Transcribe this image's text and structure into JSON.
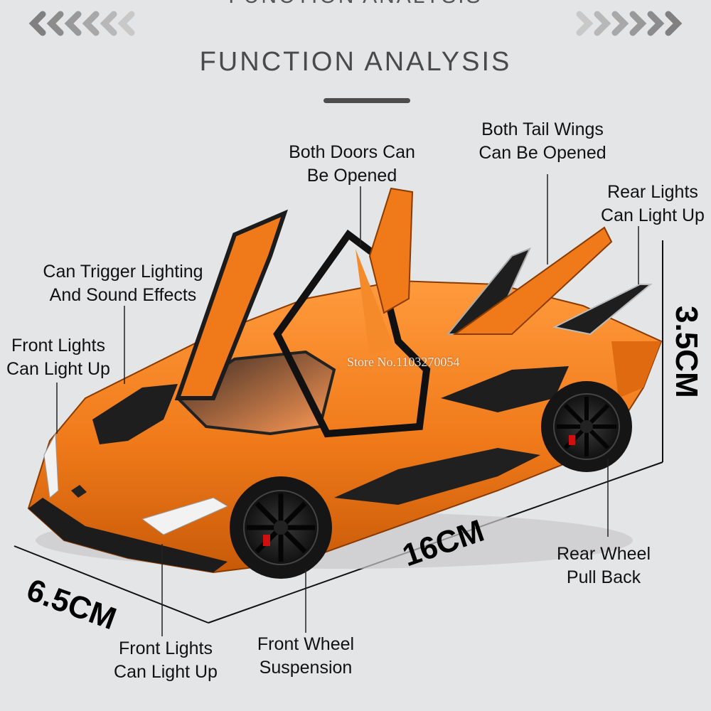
{
  "header": {
    "cut_heading": "FUNCTION ANALYSIS",
    "title": "FUNCTION ANALYSIS"
  },
  "colors": {
    "background": "#e4e5e7",
    "car_body": "#f07a1a",
    "car_dark": "#1c1c1c",
    "chevrons": "#9a9a9a"
  },
  "features": {
    "doors": [
      "Both Doors Can",
      "Be Opened"
    ],
    "tail_wings": [
      "Both Tail Wings",
      "Can Be Opened"
    ],
    "rear_lights": [
      "Rear Lights",
      "Can Light Up"
    ],
    "trigger": [
      "Can Trigger Lighting",
      "And Sound Effects"
    ],
    "front_lights_top": [
      "Front Lights",
      "Can Light Up"
    ],
    "rear_wheel": [
      "Rear Wheel",
      "Pull Back"
    ],
    "front_lights_bottom": [
      "Front Lights",
      "Can Light Up"
    ],
    "front_wheel": [
      "Front Wheel",
      "Suspension"
    ]
  },
  "dimensions": {
    "length": "16CM",
    "width": "6.5CM",
    "height": "3.5CM"
  },
  "watermark": "Store No.1103270054"
}
